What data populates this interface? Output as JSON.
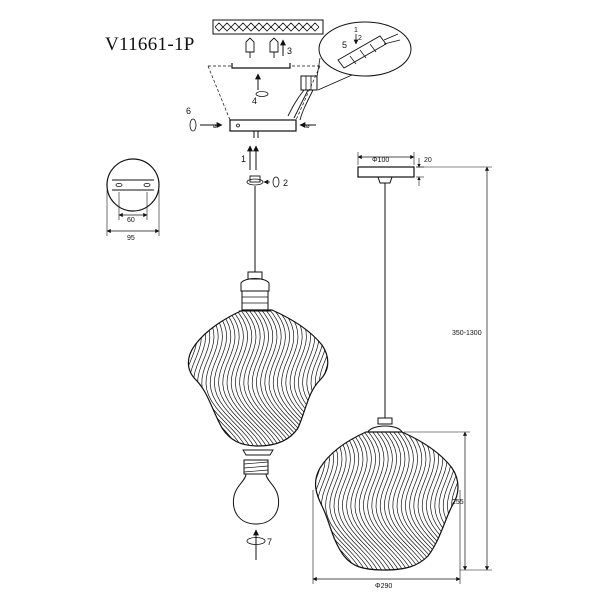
{
  "title": "V11661-1P",
  "steps": [
    "1",
    "2",
    "3",
    "4",
    "5",
    "6",
    "7"
  ],
  "canopy_plate": {
    "hole_spacing": "60",
    "plate_width": "95"
  },
  "dimensions": {
    "canopy_diameter": "Φ100",
    "canopy_height": "20",
    "suspension_length": "350-1300",
    "shade_height": "255",
    "shade_diameter": "Φ290"
  },
  "colors": {
    "ink": "#111111",
    "background": "#ffffff"
  }
}
